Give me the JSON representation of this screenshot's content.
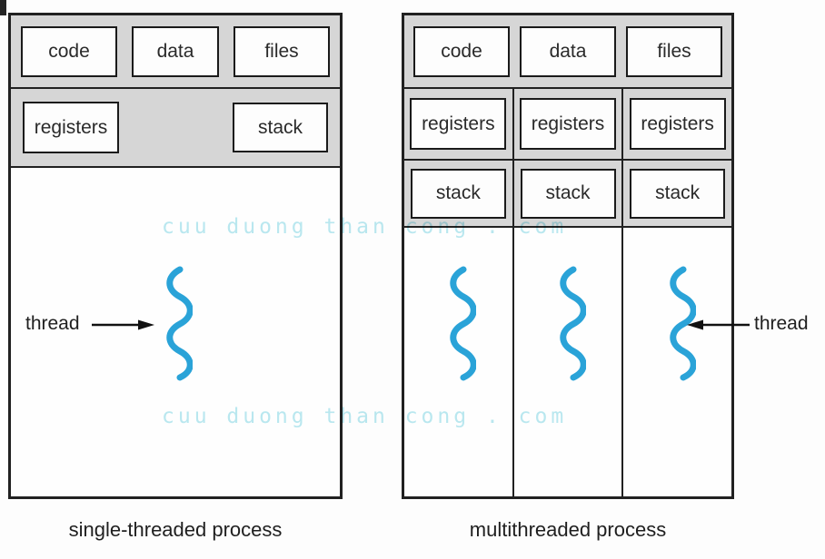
{
  "watermark": {
    "text": "cuu duong than cong . com"
  },
  "left_process": {
    "caption": "single-threaded process",
    "top_cells": [
      "code",
      "data",
      "files"
    ],
    "registers_label": "registers",
    "stack_label": "stack",
    "thread_label": "thread"
  },
  "right_process": {
    "caption": "multithreaded process",
    "top_cells": [
      "code",
      "data",
      "files"
    ],
    "columns": [
      {
        "registers_label": "registers",
        "stack_label": "stack"
      },
      {
        "registers_label": "registers",
        "stack_label": "stack"
      },
      {
        "registers_label": "registers",
        "stack_label": "stack"
      }
    ],
    "thread_label": "thread"
  },
  "colors": {
    "thread_blue": "#2aa3d8",
    "panel_gray": "#d6d6d6",
    "border_dark": "#212121",
    "watermark_cyan": "#a9e3ec"
  }
}
